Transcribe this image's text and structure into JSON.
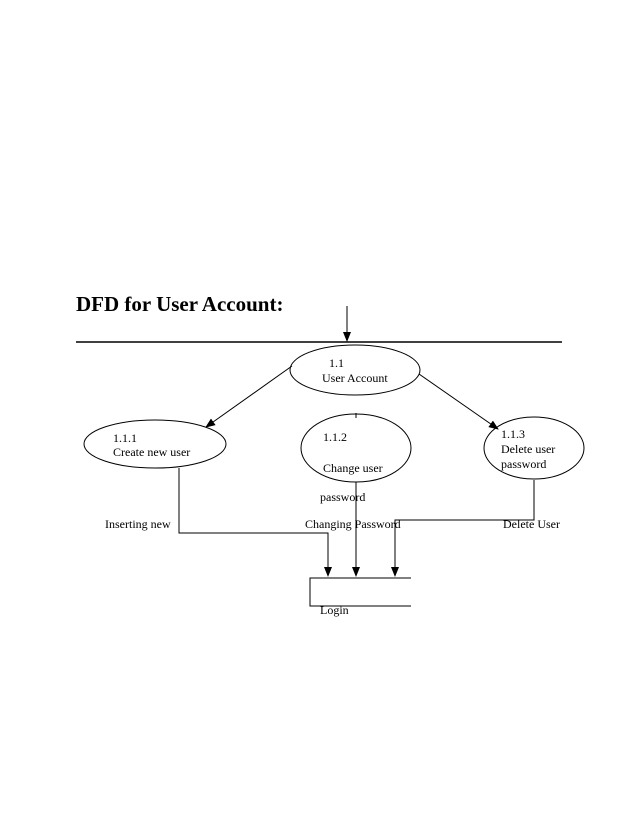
{
  "heading": "DFD for User Account:",
  "processes": {
    "user_account": {
      "number": "1.1",
      "name": "User Account"
    },
    "create_user": {
      "number": "1.1.1",
      "name": "Create new user"
    },
    "change_password": {
      "number": "1.1.2",
      "name_line1": "Change user",
      "name_line2": "password"
    },
    "delete_user": {
      "number": "1.1.3",
      "name_line1": "Delete user",
      "name_line2": "password"
    }
  },
  "flows": {
    "inserting_new": "Inserting new",
    "changing_password": "Changing  Password",
    "delete_user": "Delete User"
  },
  "data_store": {
    "name": "Login"
  },
  "colors": {
    "line": "#000000",
    "background": "#ffffff"
  }
}
